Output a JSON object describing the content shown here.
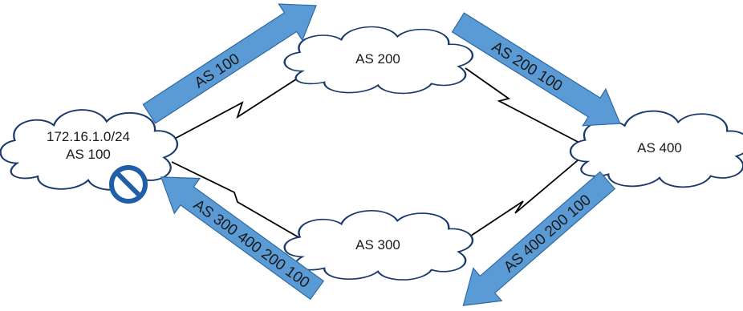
{
  "clouds": {
    "as100": {
      "lines": [
        "172.16.1.0/24",
        "AS 100"
      ]
    },
    "as200": {
      "label": "AS 200"
    },
    "as300": {
      "label": "AS 300"
    },
    "as400": {
      "label": "AS 400"
    }
  },
  "advertisements": {
    "as100_to_as200": "AS 100",
    "as200_to_as400": "AS 200 100",
    "as400_to_as300": "AS 400 200 100",
    "as300_to_as100": "AS 300 400 200 100"
  },
  "prohibited_icon": "no-entry-icon",
  "colors": {
    "arrow_fill": "#5b9bd5",
    "arrow_stroke": "#2f6aa3",
    "prohibited": "#1f5fa8",
    "cloud_stroke": "#1a3a6b"
  }
}
